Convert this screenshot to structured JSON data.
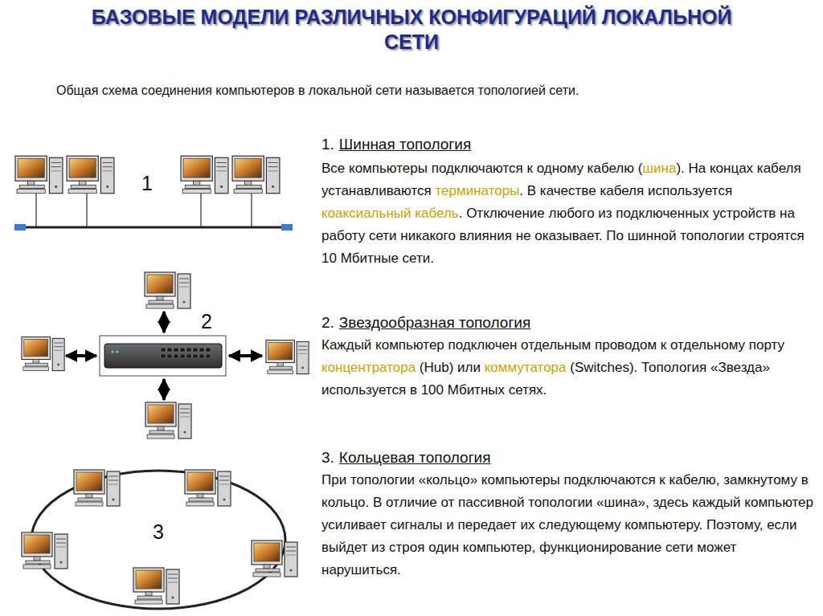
{
  "diagram": {
    "title": "БАЗОВЫЕ МОДЕЛИ РАЗЛИЧНЫХ КОНФИГУРАЦИЙ ЛОКАЛЬНОЙ СЕТИ",
    "labels": [
      "Общая схема соединения компьютеров в локальной сети называется топологией сети.",
      "1",
      "2",
      "3",
      "1.",
      "Шинная топология",
      "Все компьютеры подключаются к одному кабелю (",
      "шина",
      "). На концах кабеля устанавливаются ",
      "терминаторы",
      ". В качестве кабеля используется ",
      "коаксиальный кабель",
      ". Отключение любого из подключенных устройств на работу сети никакого влияния не оказывает. По шинной топологии строятся 10 Мбитные сети.",
      "2.",
      "Звездообразная топология",
      "Каждый компьютер подключен отдельным проводом к отдельному порту ",
      "концентратора",
      " (Hub) или ",
      "коммутатора",
      " (Switches). Топология «Звезда» используется в 100 Мбитных сетях.",
      "3.",
      "Кольцевая топология",
      "При топологии «кольцо» компьютеры подключаются к кабелю, замкнутому в кольцо. В отличие от пассивной топологии «шина», здесь каждый компьютер усиливает сигналы и передает их следующему компьютеру. Поэтому, если выйдет из строя один компьютер, функционирование сети может нарушиться."
    ]
  }
}
